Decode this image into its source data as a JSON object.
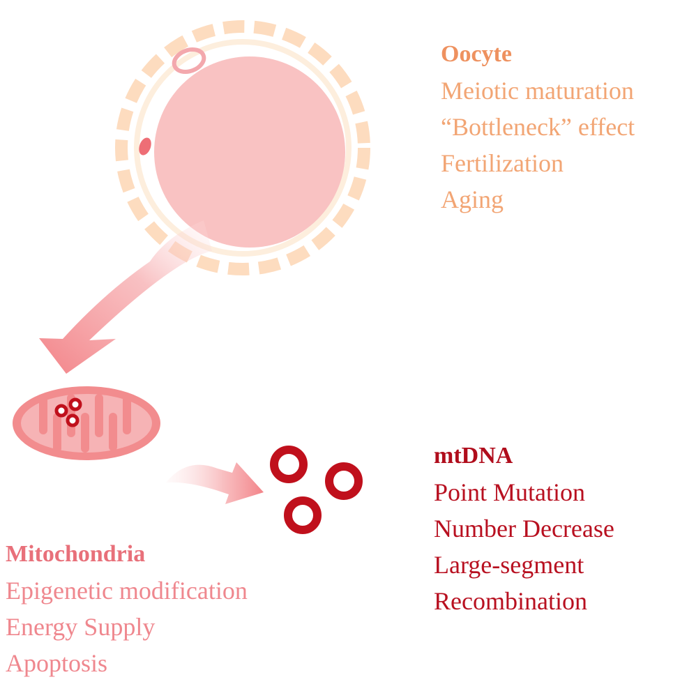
{
  "colors": {
    "oocyte_title": "#ee915f",
    "oocyte_text": "#f2a574",
    "zona": "#fddcbf",
    "cytoplasm": "#f9c2c2",
    "polar_body": "#f3a8ad",
    "nucleus": "#ee6e76",
    "mito_outer": "#f28c8e",
    "mito_inner": "#f6b3b5",
    "mtdna_ring": "#c0101c",
    "mito_title": "#e8707a",
    "mito_text": "#ef878e",
    "mtdna_title": "#b00d1c",
    "mtdna_text": "#b81020",
    "arrow": "#f27d82"
  },
  "oocyte": {
    "title": "Oocyte",
    "items": [
      "Meiotic maturation",
      "“Bottleneck” effect",
      "Fertilization",
      "Aging"
    ]
  },
  "mitochondria": {
    "title": "Mitochondria",
    "items": [
      "Epigenetic modification",
      "Energy Supply",
      "Apoptosis"
    ]
  },
  "mtdna": {
    "title": "mtDNA",
    "items": [
      "Point Mutation",
      "Number Decrease",
      "Large-segment",
      "Recombination"
    ]
  }
}
